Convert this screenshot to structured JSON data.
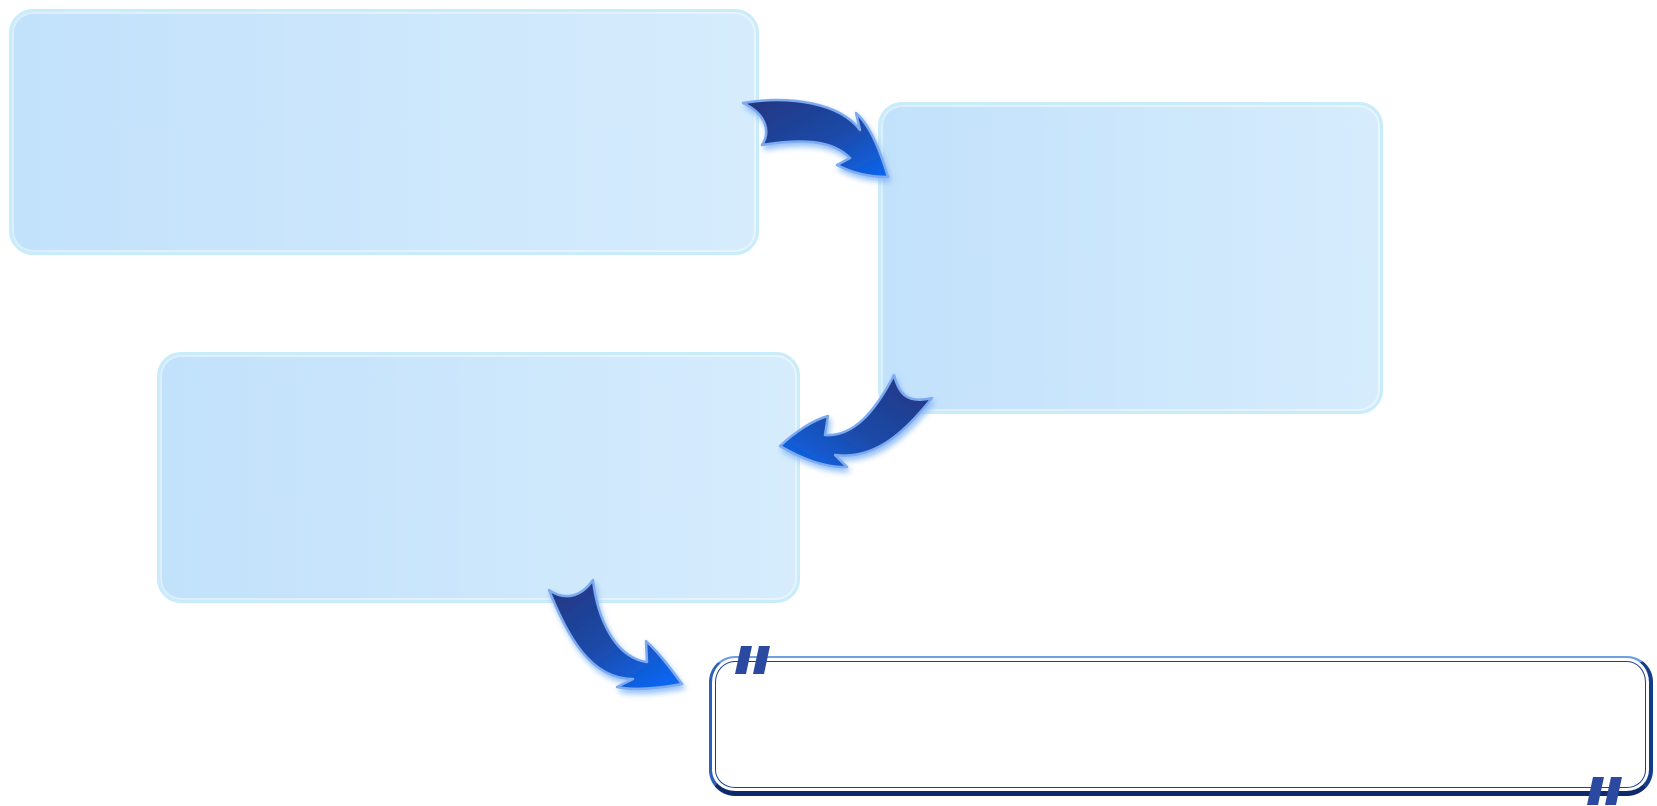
{
  "boxes": [
    {
      "id": "box-1",
      "text": ""
    },
    {
      "id": "box-2",
      "text": ""
    },
    {
      "id": "box-3",
      "text": ""
    }
  ],
  "quote": {
    "text": ""
  },
  "colors": {
    "box_fill_start": "#c2e1fb",
    "box_fill_end": "#d5ebfd",
    "box_border": "#c9ecfb",
    "arrow_dark": "#1f3a8c",
    "arrow_light": "#0d63e8",
    "arrow_outline": "#7eaaf0",
    "quote_border_dark": "#0f2a6b",
    "quote_mark": "#2b4a9f"
  },
  "icons": [
    "curved-arrow-icon",
    "quotation-mark-icon"
  ]
}
